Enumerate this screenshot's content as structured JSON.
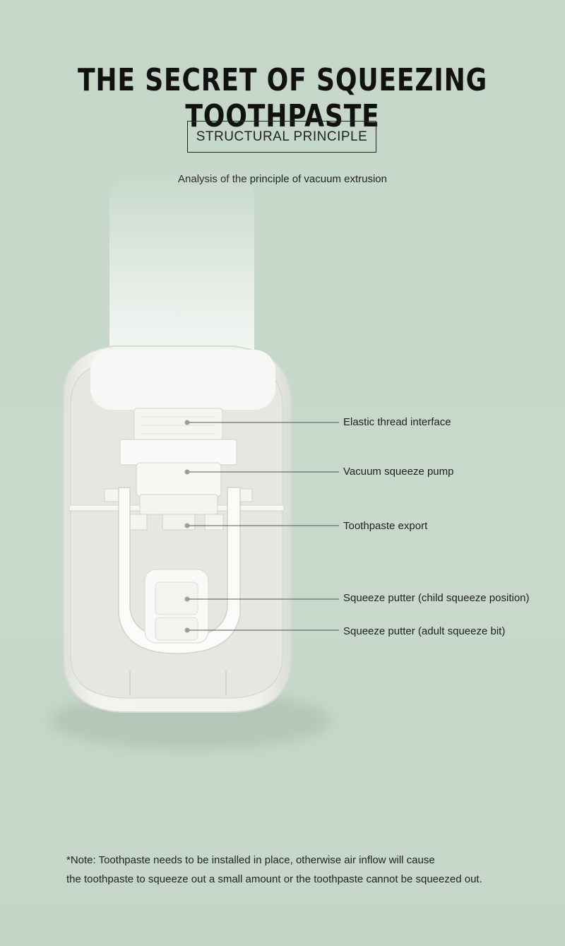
{
  "header": {
    "title": "THE SECRET OF SQUEEZING TOOTHPASTE",
    "badge": "STRUCTURAL PRINCIPLE",
    "subtitle": "Analysis of the principle of vacuum extrusion"
  },
  "callouts": [
    {
      "label": "Elastic thread interface"
    },
    {
      "label": "Vacuum squeeze pump"
    },
    {
      "label": "Toothpaste export"
    },
    {
      "label": "Squeeze putter (child squeeze position)"
    },
    {
      "label": "Squeeze putter (adult squeeze bit)"
    }
  ],
  "note": {
    "line1": "*Note: Toothpaste needs to be installed in place, otherwise air inflow will cause",
    "line2": "the toothpaste to squeeze out a small amount or the toothpaste cannot be squeezed out."
  },
  "colors": {
    "background": "#c7d8ca",
    "device": "#eef0ea",
    "leader_line": "#555555"
  }
}
